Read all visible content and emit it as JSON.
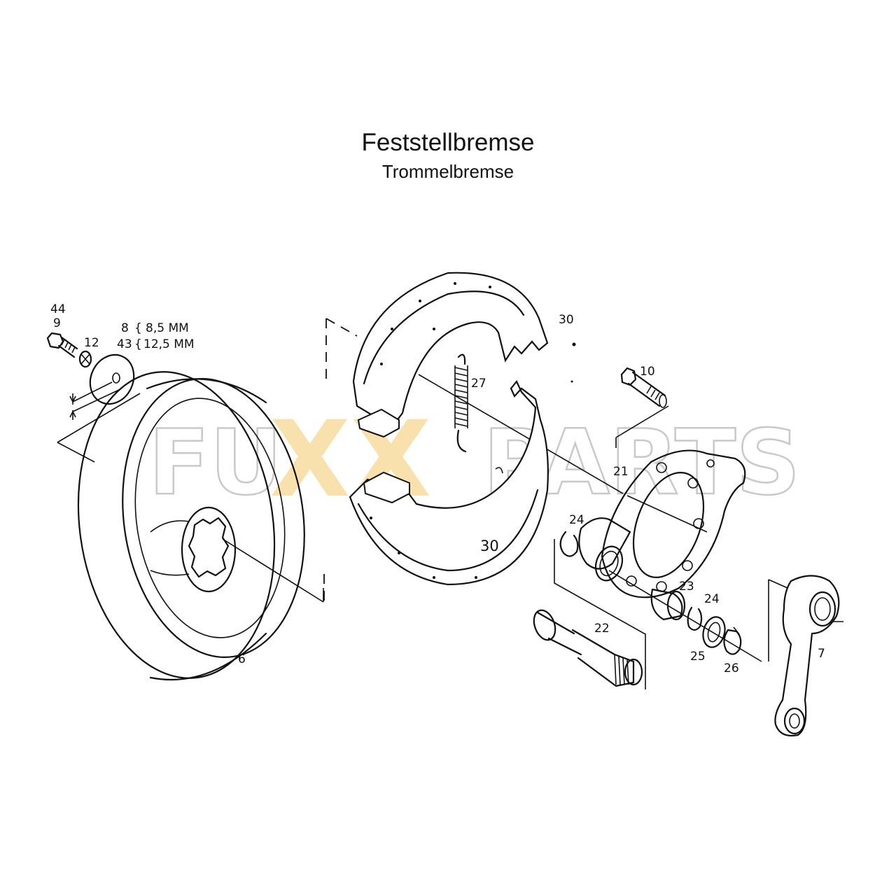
{
  "title": "Feststellbremse",
  "subtitle": "Trommelbremse",
  "watermark": {
    "left": "FU",
    "middle": "XX",
    "right": "PARTS",
    "colors": {
      "outline": "#c9c9c9",
      "accent": "#f3c96a"
    }
  },
  "labels": {
    "p44": "44",
    "p9": "9",
    "p12": "12",
    "p8": "8",
    "p8_size": "8,5 MM",
    "p43": "43",
    "p43_size": "12,5 MM",
    "p30_top": "30",
    "p30_bottom": "30",
    "p27": "27",
    "p10": "10",
    "p21": "21",
    "p24_a": "24",
    "p23": "23",
    "p24_b": "24",
    "p25": "25",
    "p26": "26",
    "p22": "22",
    "p7": "7",
    "p6": "6"
  }
}
